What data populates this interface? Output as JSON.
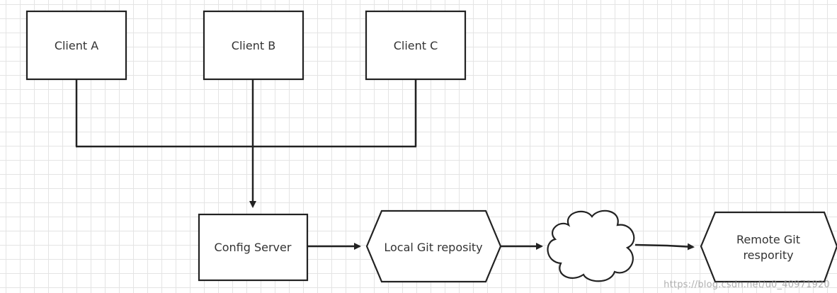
{
  "nodes": {
    "client_a": "Client A",
    "client_b": "Client B",
    "client_c": "Client C",
    "config_server": "Config Server",
    "local_git": "Local Git reposity",
    "remote_git_line1": "Remote Git",
    "remote_git_line2": "respority"
  },
  "watermark": "https://blog.csdn.net/u0_40971920",
  "colors": {
    "stroke": "#222222",
    "grid": "#e4e4e4",
    "text": "#333333"
  }
}
